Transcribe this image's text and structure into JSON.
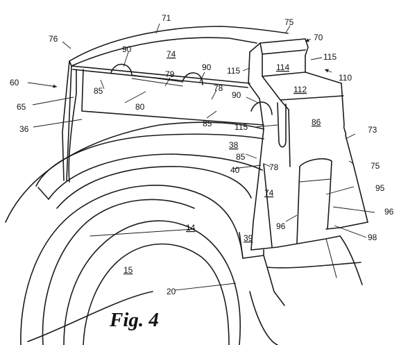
{
  "figure": {
    "caption": "Fig. 4",
    "labels": [
      {
        "key": "71",
        "text": "71"
      },
      {
        "key": "75a",
        "text": "75"
      },
      {
        "key": "76",
        "text": "76"
      },
      {
        "key": "70",
        "text": "70"
      },
      {
        "key": "74a",
        "text": "74",
        "underline": true
      },
      {
        "key": "90a",
        "text": "90"
      },
      {
        "key": "90b",
        "text": "90"
      },
      {
        "key": "90c",
        "text": "90"
      },
      {
        "key": "115a",
        "text": "115"
      },
      {
        "key": "115b",
        "text": "115"
      },
      {
        "key": "115c",
        "text": "115"
      },
      {
        "key": "114",
        "text": "114",
        "underline": true
      },
      {
        "key": "110",
        "text": "110"
      },
      {
        "key": "60",
        "text": "60"
      },
      {
        "key": "85a",
        "text": "85"
      },
      {
        "key": "79",
        "text": "79"
      },
      {
        "key": "78a",
        "text": "78"
      },
      {
        "key": "112",
        "text": "112",
        "underline": true
      },
      {
        "key": "65",
        "text": "65"
      },
      {
        "key": "80",
        "text": "80"
      },
      {
        "key": "85b",
        "text": "85"
      },
      {
        "key": "36",
        "text": "36"
      },
      {
        "key": "86",
        "text": "86",
        "underline": true
      },
      {
        "key": "73",
        "text": "73"
      },
      {
        "key": "38",
        "text": "38",
        "underline": true
      },
      {
        "key": "85c",
        "text": "85"
      },
      {
        "key": "78b",
        "text": "78"
      },
      {
        "key": "40",
        "text": "40"
      },
      {
        "key": "75b",
        "text": "75"
      },
      {
        "key": "74b",
        "text": "74",
        "underline": true
      },
      {
        "key": "95",
        "text": "95"
      },
      {
        "key": "14",
        "text": "14",
        "underline": true
      },
      {
        "key": "96a",
        "text": "96"
      },
      {
        "key": "96b",
        "text": "96"
      },
      {
        "key": "39",
        "text": "39",
        "underline": true
      },
      {
        "key": "98",
        "text": "98"
      },
      {
        "key": "15",
        "text": "15",
        "underline": true
      },
      {
        "key": "20",
        "text": "20"
      }
    ]
  }
}
